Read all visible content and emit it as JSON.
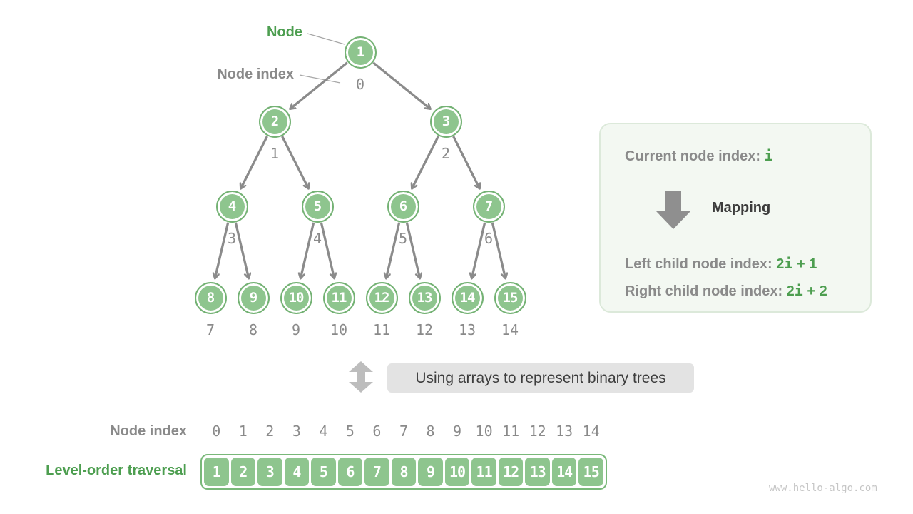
{
  "tree_labels": {
    "node": "Node",
    "node_index": "Node index"
  },
  "tree": {
    "node_values": [
      1,
      2,
      3,
      4,
      5,
      6,
      7,
      8,
      9,
      10,
      11,
      12,
      13,
      14,
      15
    ],
    "index_values": [
      0,
      1,
      2,
      3,
      4,
      5,
      6,
      7,
      8,
      9,
      10,
      11,
      12,
      13,
      14
    ]
  },
  "info_box": {
    "current": {
      "prefix": "Current node index: ",
      "code": "i"
    },
    "mapping": "Mapping",
    "left": {
      "prefix": "Left child node index: ",
      "code": "2i + 1"
    },
    "right": {
      "prefix": "Right child node index: ",
      "code": "2i + 2"
    }
  },
  "divider_label": "Using arrays to represent binary trees",
  "bottom": {
    "index_label": "Node index",
    "index_values": [
      0,
      1,
      2,
      3,
      4,
      5,
      6,
      7,
      8,
      9,
      10,
      11,
      12,
      13,
      14
    ],
    "traversal_label": "Level-order traversal",
    "array_values": [
      1,
      2,
      3,
      4,
      5,
      6,
      7,
      8,
      9,
      10,
      11,
      12,
      13,
      14,
      15
    ]
  },
  "watermark": "www.hello-algo.com",
  "colors": {
    "node_fill": "#8ec58e",
    "node_ring": "#74b274",
    "accent_green": "#4d9e50",
    "label_gray": "#8a8a8a",
    "edge_gray": "#8b8b8b"
  }
}
